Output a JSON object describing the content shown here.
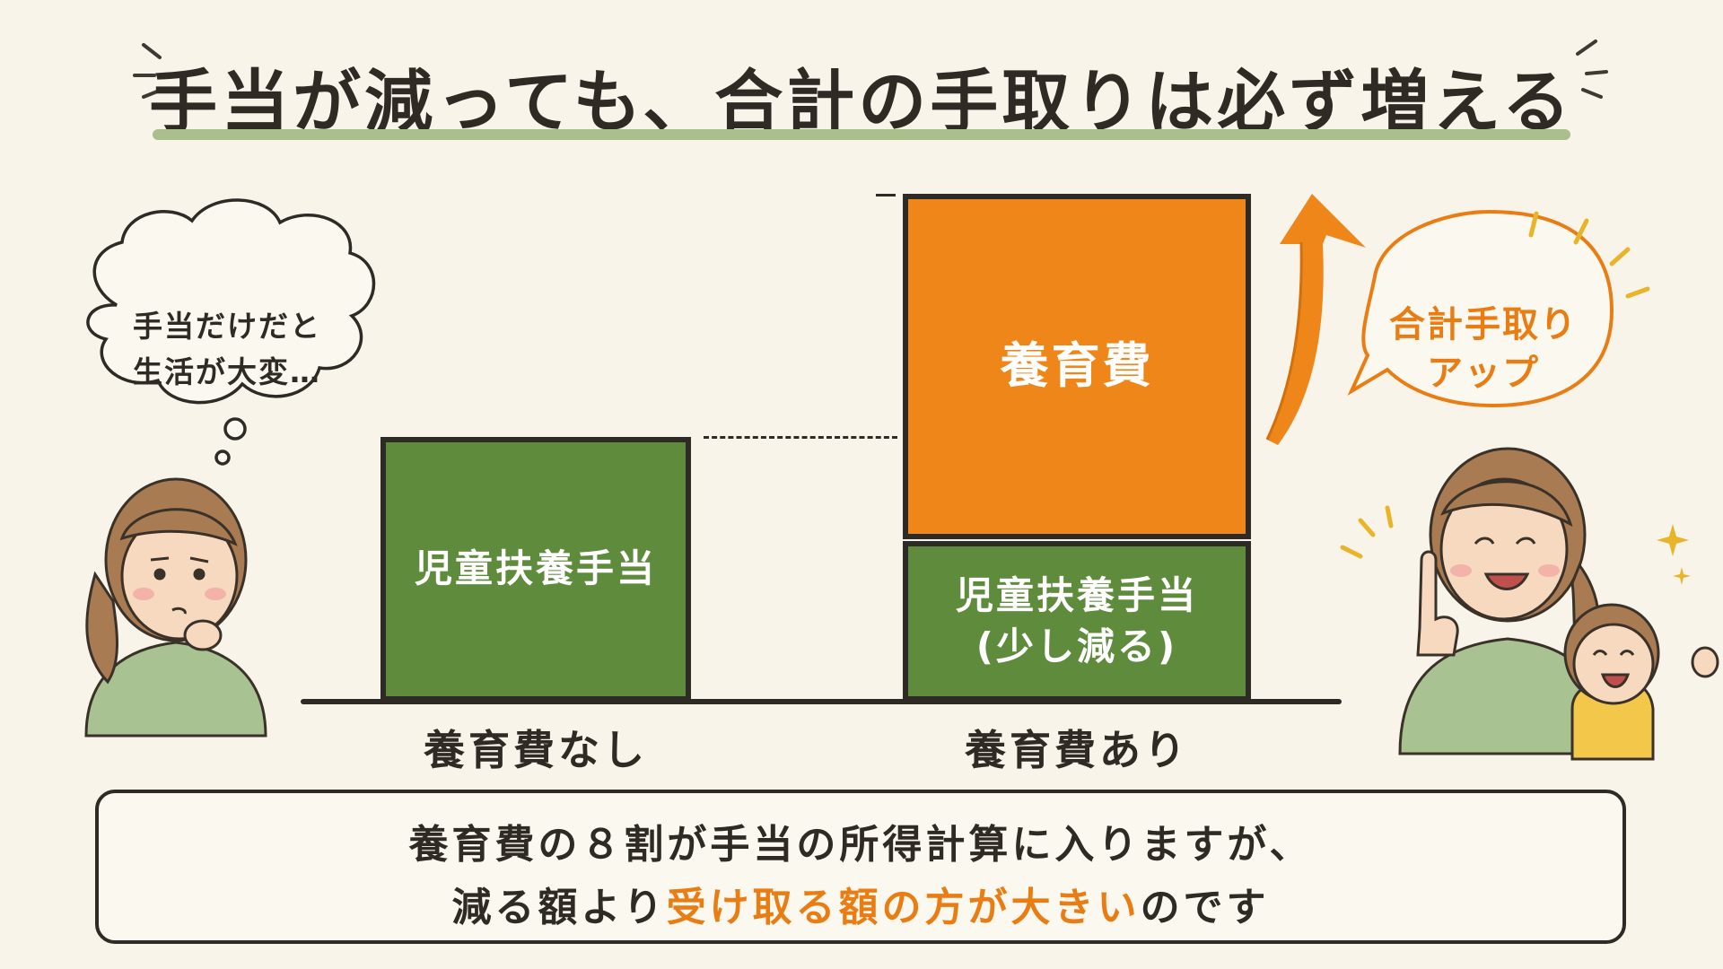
{
  "title": "手当が減っても、合計の手取りは必ず増える",
  "chart_data": {
    "type": "bar",
    "categories": [
      "養育費なし",
      "養育費あり"
    ],
    "stacks": [
      {
        "category": "養育費なし",
        "segments": [
          {
            "label": "児童扶養手当"
          }
        ]
      },
      {
        "category": "養育費あり",
        "segments": [
          {
            "label": "児童扶養手当\n(少し減る)"
          },
          {
            "label": "養育費"
          }
        ]
      }
    ]
  },
  "thought_bubble": {
    "line1": "手当だけだと",
    "line2": "生活が大変…"
  },
  "speech_bubble": {
    "line1": "合計手取り",
    "line2": "アップ"
  },
  "note": {
    "line1": "養育費の８割が手当の所得計算に入りますが、",
    "line2_before": "減る額より",
    "line2_highlight": "受け取る額の方が大きい",
    "line2_after": "のです"
  },
  "colors": {
    "green": "#5f8b3d",
    "orange": "#ef861a",
    "accent_text": "#e97d14",
    "underline": "#a9bf8c"
  }
}
